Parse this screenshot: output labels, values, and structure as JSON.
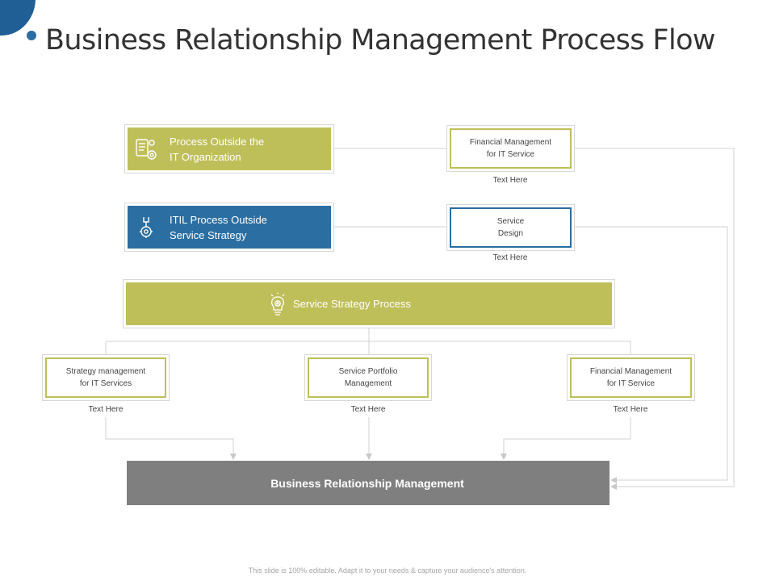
{
  "title": "Business Relationship Management Process Flow",
  "colors": {
    "olive": "#bfbf5a",
    "blue": "#2b6ea1",
    "dark_blue_deco": "#1f5f96",
    "gray": "#7f7f7f",
    "line": "#d0d0d0",
    "arrow": "#c8c8c8"
  },
  "left_boxes": [
    {
      "label": "Process Outside the\nIT Organization",
      "icon": "process-gears-icon"
    },
    {
      "label": "ITIL Process Outside\nService Strategy",
      "icon": "wrench-gear-icon"
    }
  ],
  "right_boxes": [
    {
      "label": "Financial Management\nfor IT Service",
      "caption": "Text Here"
    },
    {
      "label": "Service\nDesign",
      "caption": "Text Here"
    }
  ],
  "strategy": {
    "label": "Service Strategy Process",
    "icon": "lightbulb-gear-icon"
  },
  "bottom_boxes": [
    {
      "label": "Strategy management\nfor IT Services",
      "caption": "Text Here"
    },
    {
      "label": "Service Portfolio\nManagement",
      "caption": "Text Here"
    },
    {
      "label": "Financial Management\nfor IT Service",
      "caption": "Text Here"
    }
  ],
  "brm": {
    "label": "Business Relationship Management"
  },
  "footer": "This slide is 100% editable. Adapt it to your needs & capture your audience's attention."
}
